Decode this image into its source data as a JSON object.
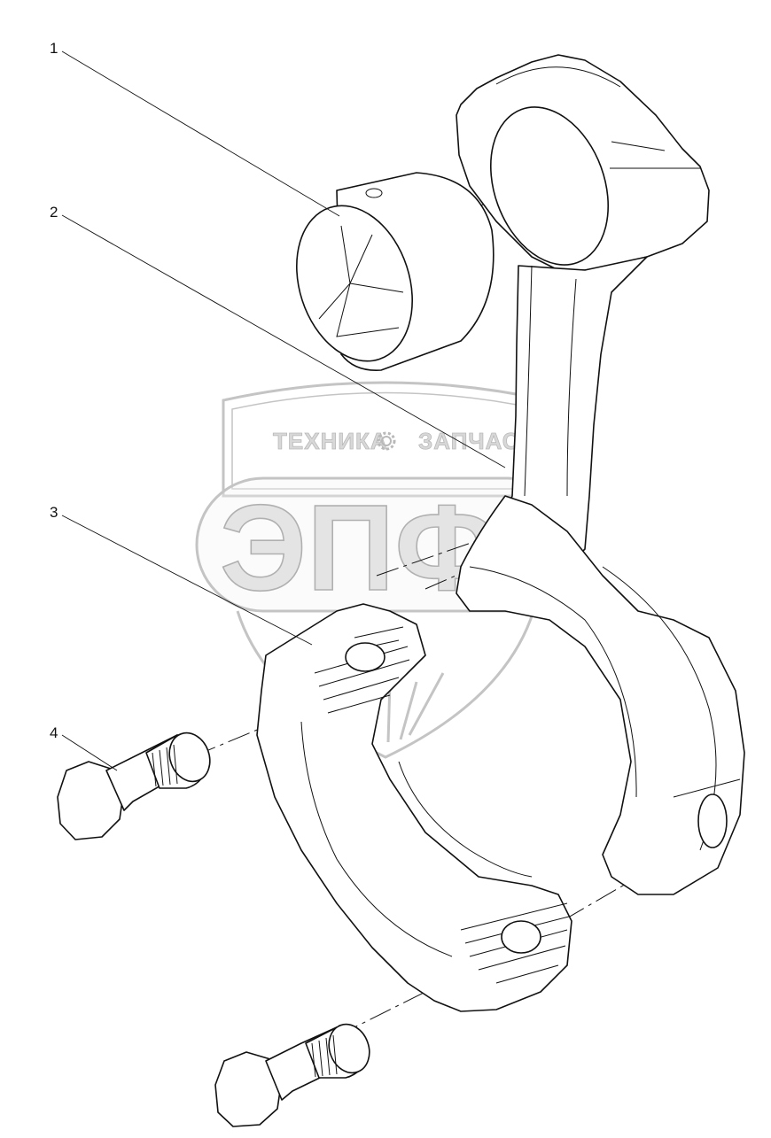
{
  "callouts": [
    {
      "label": "1"
    },
    {
      "label": "2"
    },
    {
      "label": "3"
    },
    {
      "label": "4"
    }
  ],
  "watermark": {
    "left_text": "ТЕХНИКА",
    "right_text": "ЗАПЧАСТИ",
    "big_text": "ЭПФ"
  },
  "icons": [
    "gear-icon",
    "wheat-ear-icon"
  ]
}
